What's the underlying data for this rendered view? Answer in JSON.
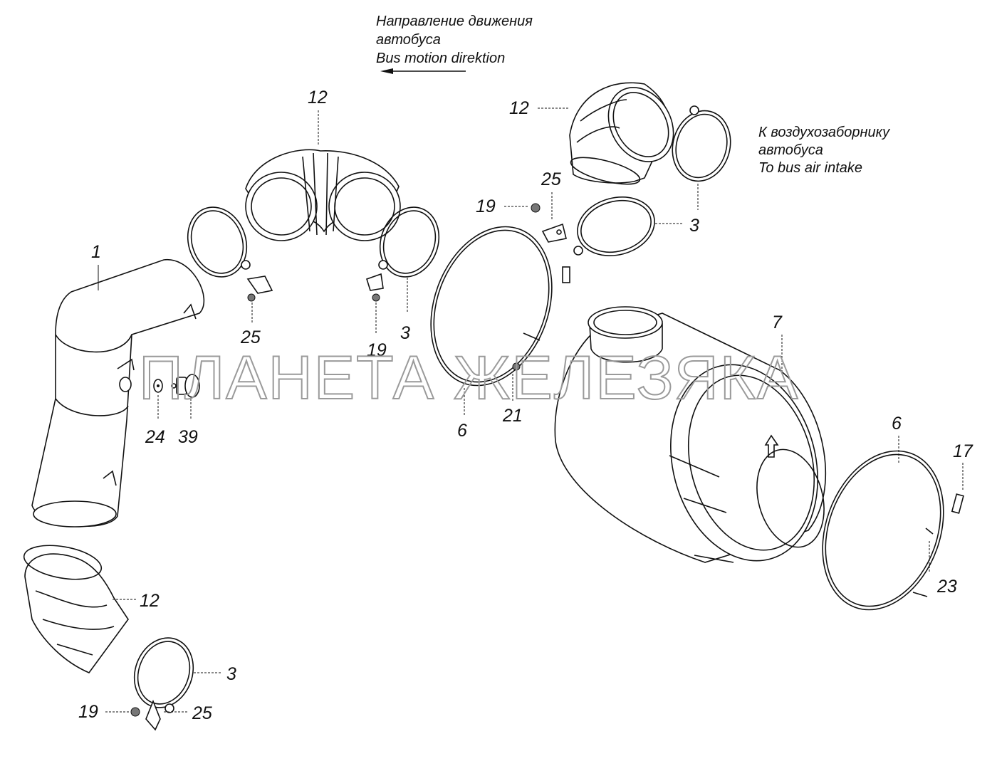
{
  "notes": {
    "direction_ru_1": "Направление движения",
    "direction_ru_2": "автобуса",
    "direction_en": "Bus motion direktion",
    "intake_ru_1": "К воздухозаборнику",
    "intake_ru_2": "автобуса",
    "intake_en": "To bus air intake"
  },
  "watermark": "ПЛАНЕТА ЖЕЛЕЗЯКА",
  "callouts": {
    "pipe": "1",
    "elbow_top": "12",
    "elbow_top_right": "12",
    "elbow_bottom": "12",
    "clamp_right": "3",
    "clamp_mid": "3",
    "clamp_bottom": "3",
    "bracket_left": "25",
    "bracket_right": "25",
    "bracket_bottom": "25",
    "nut_mid": "19",
    "nut_right": "19",
    "nut_bottom": "19",
    "band_left": "6",
    "band_right": "6",
    "pin_21": "21",
    "washer": "24",
    "sensor": "39",
    "filter": "7",
    "bolt": "17",
    "pin_23": "23"
  }
}
